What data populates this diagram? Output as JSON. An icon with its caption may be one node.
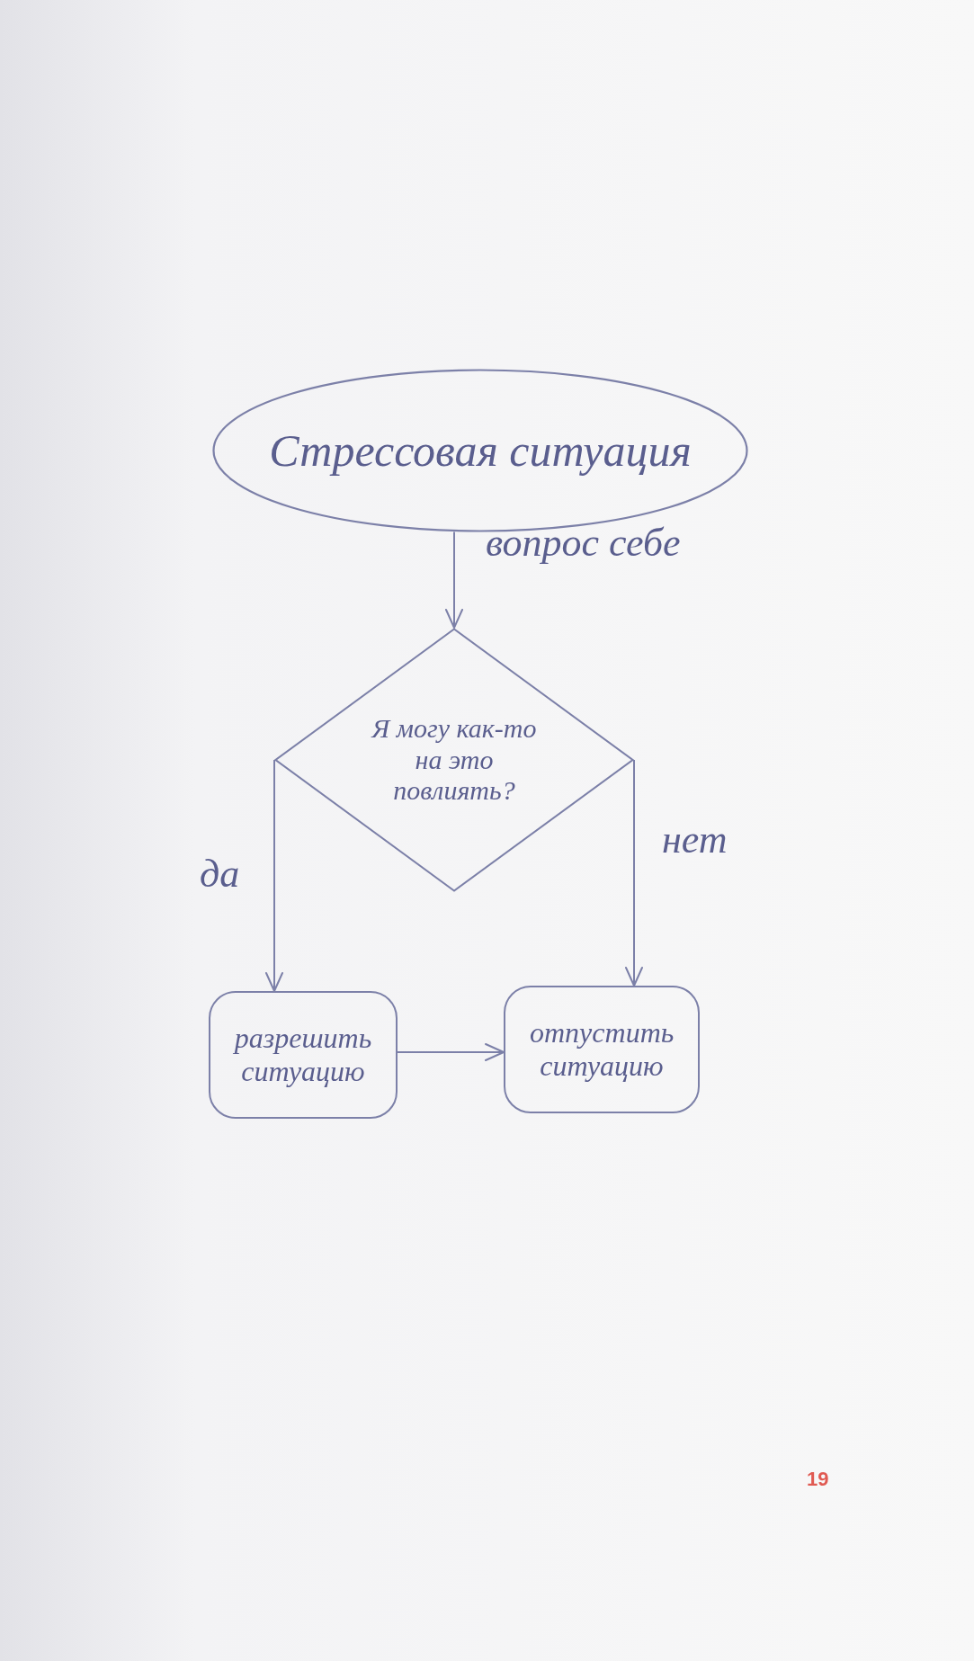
{
  "diagram": {
    "nodes": [
      {
        "text": [
          "Стрессовая ситуация"
        ]
      },
      {
        "text": [
          "Я могу как-то на это повлиять?"
        ]
      },
      {
        "text": [
          "разрешить ситуацию"
        ]
      },
      {
        "text": [
          "отпустить ситуацию"
        ]
      }
    ],
    "edges": [
      {
        "from": 0,
        "to": 1,
        "arrow": "to",
        "label": "вопрос себе"
      },
      {
        "from": 1,
        "to": 2,
        "arrow": "to",
        "label": "да"
      },
      {
        "from": 1,
        "to": 3,
        "arrow": "to",
        "label": "нет"
      },
      {
        "from": 2,
        "to": 3,
        "arrow": "to"
      }
    ],
    "labels": [
      "19"
    ]
  }
}
